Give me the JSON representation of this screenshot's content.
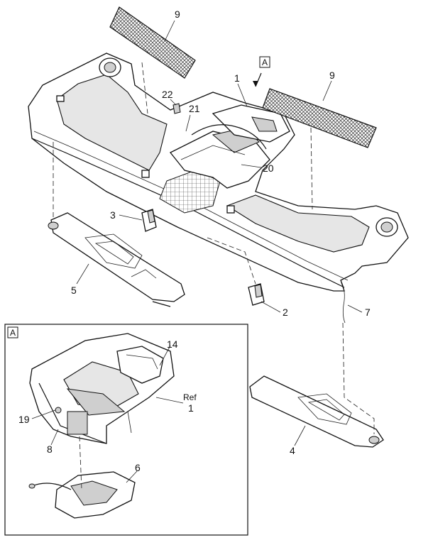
{
  "labels": {
    "n9a": "9",
    "n9b": "9",
    "n1": "1",
    "n22": "22",
    "n21": "21",
    "n20": "20",
    "n3": "3",
    "n5": "5",
    "n2": "2",
    "n7": "7",
    "n4": "4",
    "n14": "14",
    "n6": "6",
    "n19": "19",
    "n8": "8",
    "ref": "Ref",
    "ref_num": "1",
    "view_a_main": "A",
    "view_a_inset": "A"
  }
}
